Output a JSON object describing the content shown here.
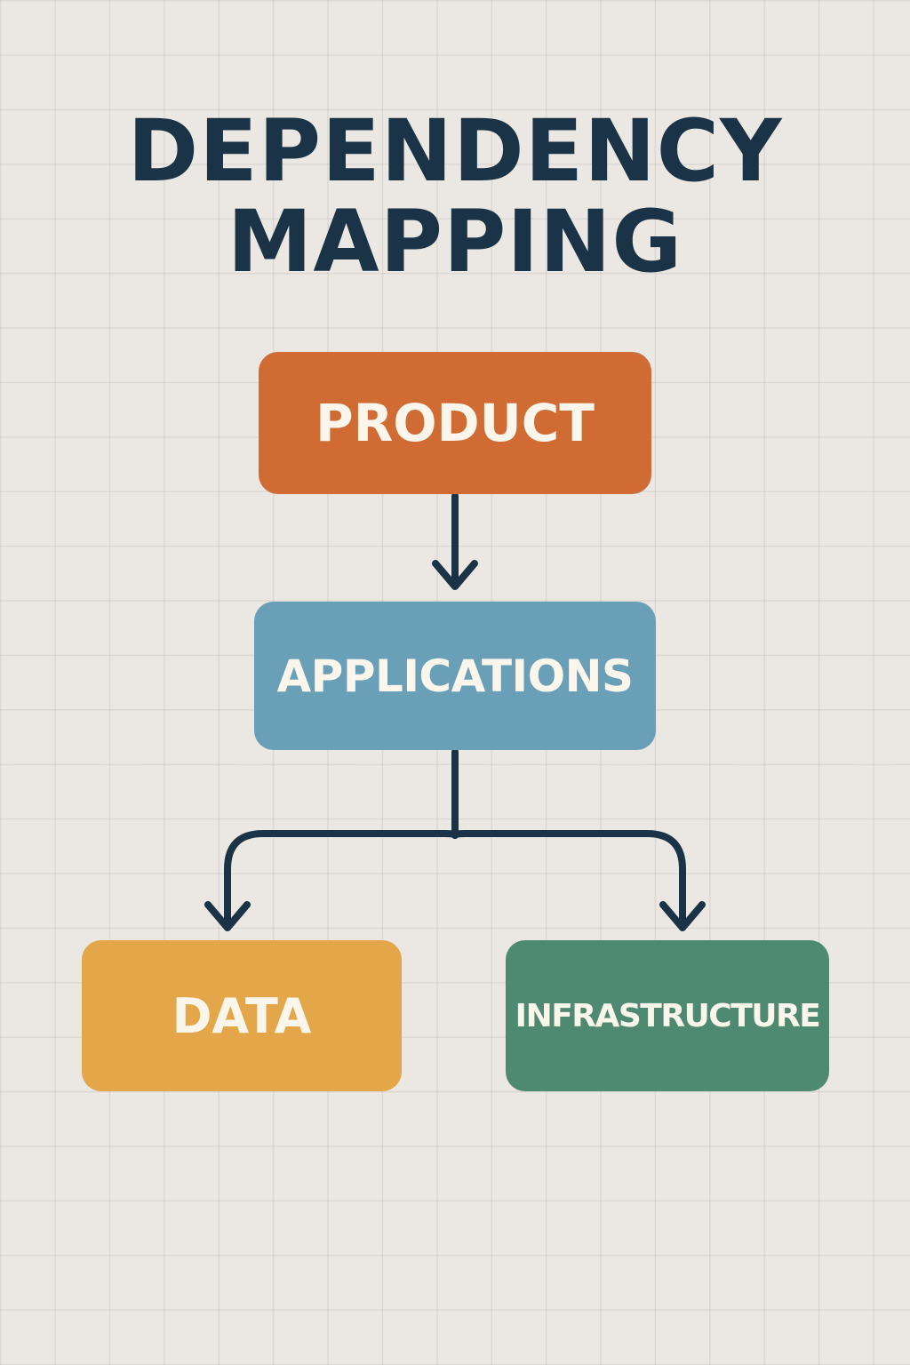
{
  "title": {
    "line1": "DEPENDENCY",
    "line2": "MAPPING"
  },
  "nodes": {
    "product": {
      "label": "PRODUCT",
      "color": "#cf6b33"
    },
    "applications": {
      "label": "APPLICATIONS",
      "color": "#6a9fb8"
    },
    "data": {
      "label": "DATA",
      "color": "#e3a74a"
    },
    "infrastructure": {
      "label": "INFRASTRUCTURE",
      "color": "#4e8a72"
    }
  },
  "edges": [
    {
      "from": "PRODUCT",
      "to": "APPLICATIONS"
    },
    {
      "from": "APPLICATIONS",
      "to": "DATA"
    },
    {
      "from": "APPLICATIONS",
      "to": "INFRASTRUCTURE"
    }
  ],
  "colors": {
    "background": "#ebe7e2",
    "text_dark": "#1a3347",
    "box_text": "#fbf6ec",
    "connector": "#1a3347"
  }
}
